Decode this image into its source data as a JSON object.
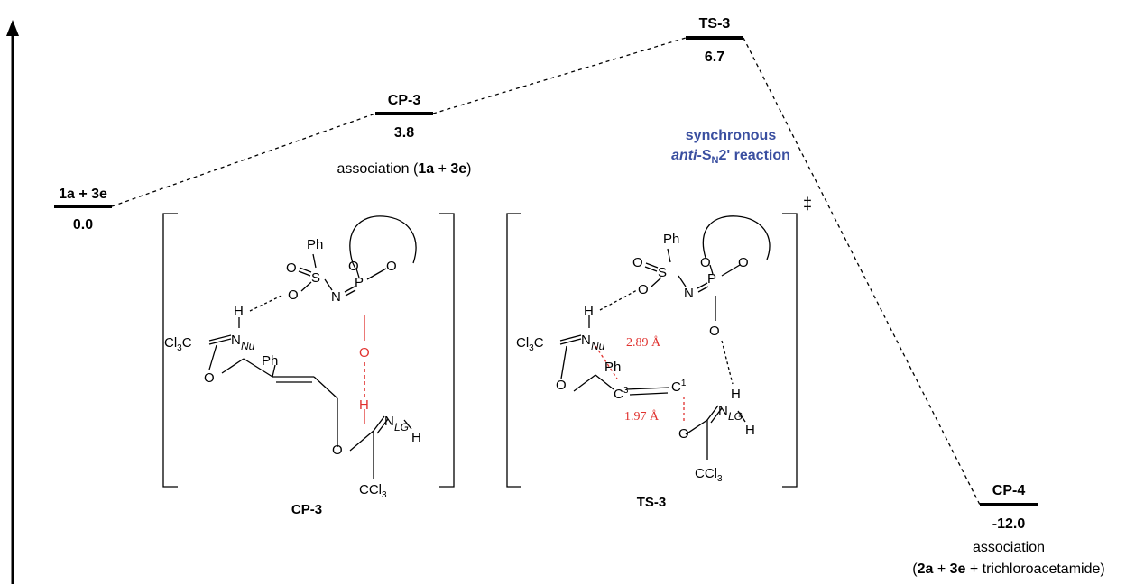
{
  "states": {
    "start": {
      "name": "1a + 3e",
      "energy": "0.0"
    },
    "cp3": {
      "name": "CP-3",
      "energy": "3.8",
      "note_prefix": "association (",
      "note_a": "1a",
      "note_plus": " + ",
      "note_b": "3e",
      "note_suffix": ")"
    },
    "ts3": {
      "name": "TS-3",
      "energy": "6.7",
      "note_line1": "synchronous",
      "note_anti": "anti",
      "note_sn": "-S",
      "note_sub": "N",
      "note_rest": "2' reaction"
    },
    "cp4": {
      "name": "CP-4",
      "energy": "-12.0",
      "note_line1": "association",
      "note_open": "(",
      "note_a": "2a",
      "note_plus1": " + ",
      "note_b": "3e",
      "note_rest": " + trichloroacetamide)"
    }
  },
  "structures": {
    "cp3_caption": "CP-3",
    "ts3_caption": "TS-3",
    "dagger": "‡",
    "labels": {
      "ph": "Ph",
      "s": "S",
      "n": "N",
      "p": "P",
      "o": "O",
      "h": "H",
      "cl3c": "Cl",
      "cl3c_sub": "3",
      "cl3c_c": "C",
      "ccl3": "CCl",
      "ccl3_sub": "3",
      "nu": "Nu",
      "lg": "LG",
      "c3": "C",
      "c3_sup": "3",
      "c1": "C",
      "c1_sup": "1",
      "dist1": "2.89 Å",
      "dist2": "1.97 Å"
    }
  },
  "colors": {
    "highlight": "#e0312e",
    "annotation": "#3a4fa0",
    "line": "#000000"
  }
}
